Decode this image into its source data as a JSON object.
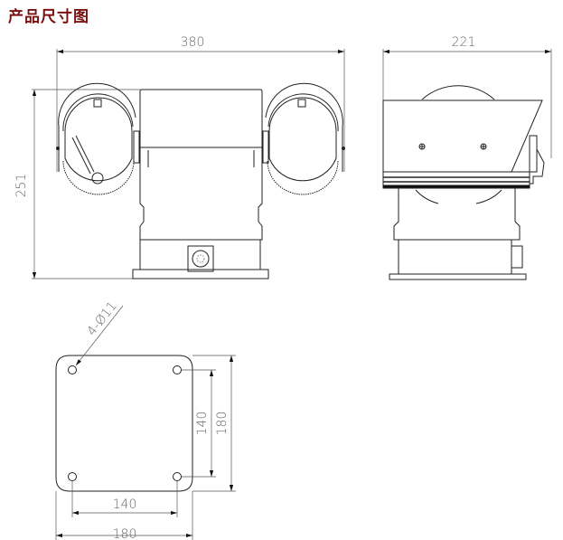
{
  "title": "产品尺寸图",
  "front_view": {
    "width_label": "380",
    "height_label": "251"
  },
  "side_view": {
    "depth_label": "221"
  },
  "base_view": {
    "hole_label": "4-Ø11",
    "hole_spacing_x_label": "140",
    "base_width_label": "180",
    "hole_spacing_y_label": "140",
    "base_height_label": "180"
  }
}
